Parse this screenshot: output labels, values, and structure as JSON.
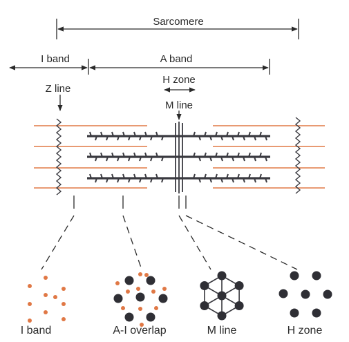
{
  "labels": {
    "sarcomere": "Sarcomere",
    "i_band": "I band",
    "a_band": "A band",
    "h_zone": "H zone",
    "z_line": "Z line",
    "m_line": "M line"
  },
  "cross_sections": [
    {
      "key": "i_band",
      "label": "I band"
    },
    {
      "key": "overlap",
      "label": "A-I overlap"
    },
    {
      "key": "m_line",
      "label": "M line"
    },
    {
      "key": "h_zone",
      "label": "H zone"
    }
  ],
  "colors": {
    "thin_filament": "#e07845",
    "thick_filament": "#3a3a40",
    "line": "#2a2a2a",
    "text": "#2a2a2a"
  }
}
